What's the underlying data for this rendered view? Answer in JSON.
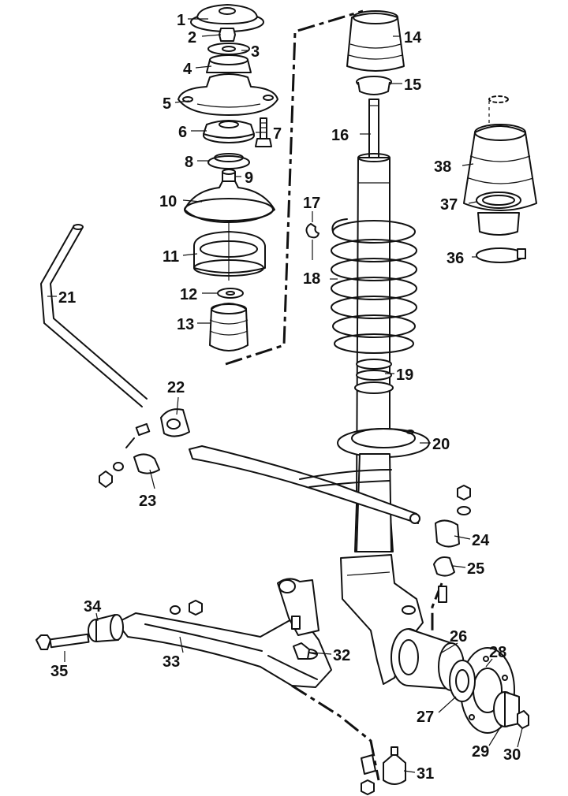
{
  "labels": [
    "1",
    "2",
    "3",
    "4",
    "5",
    "6",
    "7",
    "8",
    "9",
    "10",
    "11",
    "12",
    "13",
    "14",
    "15",
    "16",
    "17",
    "18",
    "19",
    "20",
    "21",
    "22",
    "23",
    "24",
    "25",
    "26",
    "27",
    "28",
    "29",
    "30",
    "31",
    "32",
    "33",
    "34",
    "35",
    "36",
    "37",
    "38"
  ],
  "colors": {
    "ink": "#111111",
    "paper": "#ffffff"
  }
}
